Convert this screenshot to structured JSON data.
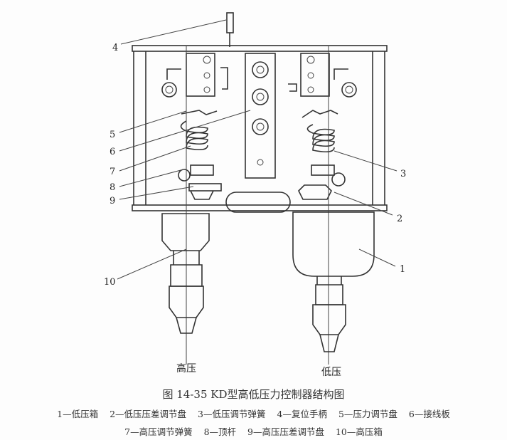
{
  "figure": {
    "title": "图 14-35   KD型高低压力控制器结构图",
    "callouts": [
      "1",
      "2",
      "3",
      "4",
      "5",
      "6",
      "7",
      "8",
      "9",
      "10"
    ],
    "port_labels": {
      "high": "高压",
      "low": "低压"
    },
    "legend_row1": [
      "1—低压箱",
      "2—低压压差调节盘",
      "3—低压调节弹簧",
      "4—复位手柄",
      "5—压力调节盘",
      "6—接线板"
    ],
    "legend_row2": [
      "7—高压调节弹簧",
      "8—顶杆",
      "9—高压压差调节盘",
      "10—高压箱"
    ]
  }
}
